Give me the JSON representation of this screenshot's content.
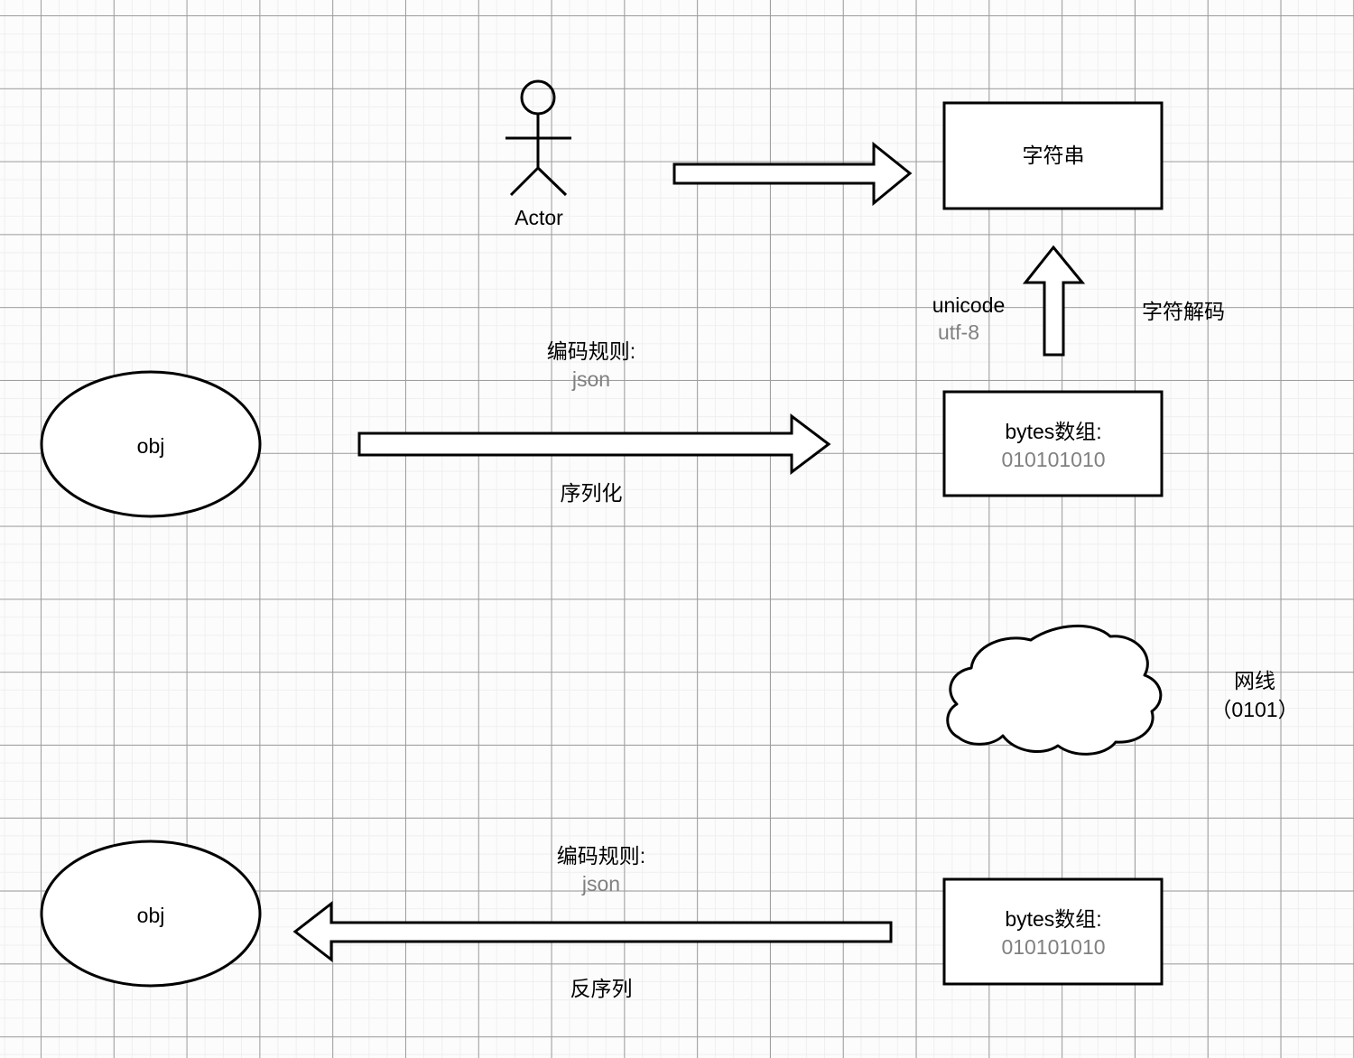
{
  "diagram": {
    "title": "Serialization and encoding flow diagram",
    "background": "#fcfcfc",
    "grid_major_color": "#9c9c9c",
    "grid_minor_color": "#efefef",
    "stroke_color": "#000000",
    "muted_text_color": "#808080"
  },
  "nodes": {
    "actor": {
      "label": "Actor",
      "type": "stick-figure"
    },
    "string_box": {
      "label": "字符串",
      "type": "rectangle"
    },
    "bytes_box_top": {
      "label": "bytes数组:",
      "value": "010101010",
      "type": "rectangle"
    },
    "bytes_box_bottom": {
      "label": "bytes数组:",
      "value": "010101010",
      "type": "rectangle"
    },
    "obj_top": {
      "label": "obj",
      "type": "ellipse"
    },
    "obj_bottom": {
      "label": "obj",
      "type": "ellipse"
    },
    "cloud": {
      "type": "cloud",
      "label": ""
    }
  },
  "edges": {
    "actor_to_string": {
      "type": "block-arrow-right",
      "label": ""
    },
    "decode_up": {
      "type": "block-arrow-up",
      "label_left_primary": "unicode",
      "label_left_secondary": "utf-8",
      "label_right": "字符解码"
    },
    "serialize": {
      "type": "block-arrow-right",
      "label_above_primary": "编码规则:",
      "label_above_secondary": "json",
      "label_below": "序列化"
    },
    "deserialize": {
      "type": "block-arrow-left",
      "label_above_primary": "编码规则:",
      "label_above_secondary": "json",
      "label_below": "反序列"
    }
  },
  "annotations": {
    "network": {
      "line1": "网线",
      "line2": "（0101）"
    }
  }
}
